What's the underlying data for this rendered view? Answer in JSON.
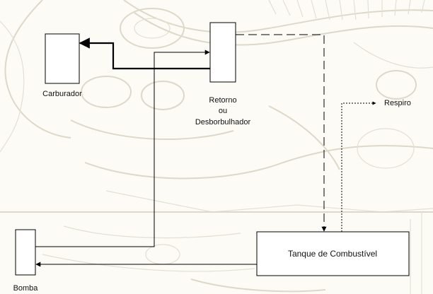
{
  "components": {
    "carburador": "Carburador",
    "retorno_line1": "Retorno",
    "retorno_line2": "ou",
    "retorno_line3": "Desborbulhador",
    "bomba": "Bomba",
    "tanque": "Tanque de Combustível",
    "respiro": "Respiro"
  },
  "colors": {
    "line": "#000000",
    "watermark": "#ddd9c9",
    "background": "#fcfbf6"
  },
  "icons": {
    "background": "engine-drawing-watermark"
  }
}
